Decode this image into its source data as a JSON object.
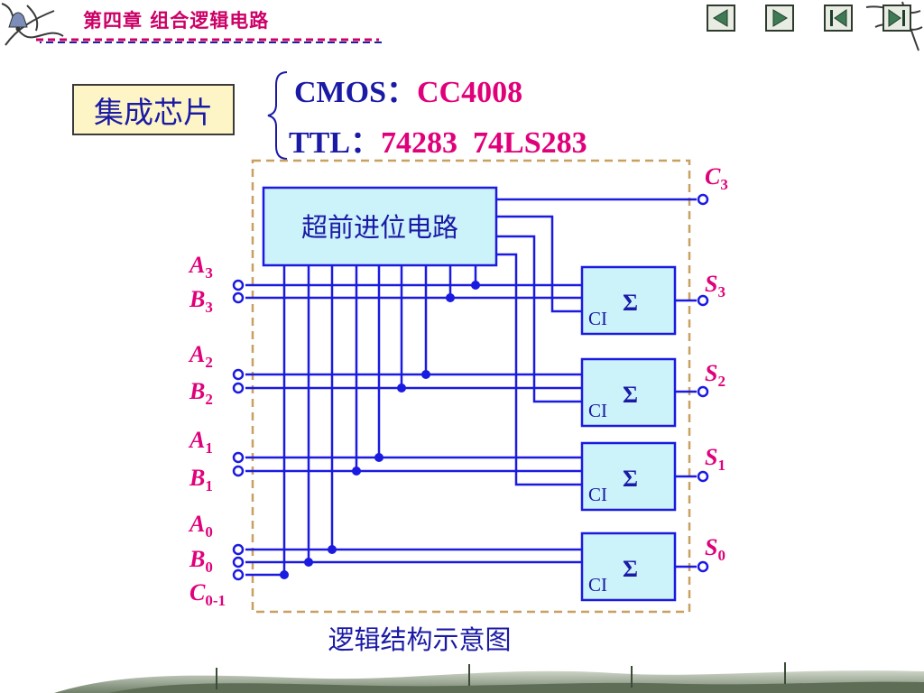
{
  "header": {
    "chapter_title": "第四章  组合逻辑电路",
    "nav_buttons": [
      "prev",
      "next",
      "first",
      "last"
    ]
  },
  "chip_label": "集成芯片",
  "families": [
    {
      "name": "CMOS",
      "sep": "：",
      "parts": "CC4008"
    },
    {
      "name": "TTL",
      "sep": "：",
      "parts": "74283  74LS283"
    }
  ],
  "diagram": {
    "carry_block_label": "超前进位电路",
    "sum_symbol": "Σ",
    "ci_label": "CI",
    "outputs": [
      {
        "letter": "C",
        "sub": "3"
      },
      {
        "letter": "S",
        "sub": "3"
      },
      {
        "letter": "S",
        "sub": "2"
      },
      {
        "letter": "S",
        "sub": "1"
      },
      {
        "letter": "S",
        "sub": "0"
      }
    ],
    "inputs": [
      {
        "letter": "A",
        "sub": "3"
      },
      {
        "letter": "B",
        "sub": "3"
      },
      {
        "letter": "A",
        "sub": "2"
      },
      {
        "letter": "B",
        "sub": "2"
      },
      {
        "letter": "A",
        "sub": "1"
      },
      {
        "letter": "B",
        "sub": "1"
      },
      {
        "letter": "A",
        "sub": "0"
      },
      {
        "letter": "B",
        "sub": "0"
      },
      {
        "letter": "C",
        "sub": "0-1"
      }
    ],
    "caption": "逻辑结构示意图"
  },
  "colors": {
    "wire": "#1a1ae0",
    "block_fill": "#ccf2fa",
    "label_magenta": "#e0007a",
    "text_navy": "#1a1aa6",
    "dashed_border": "#c8a060"
  }
}
